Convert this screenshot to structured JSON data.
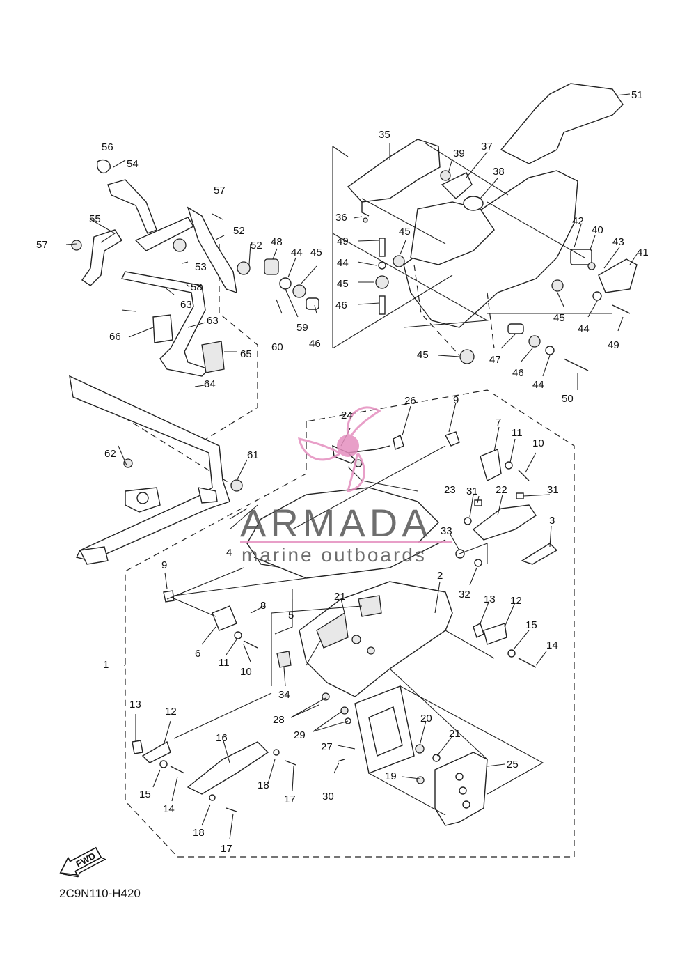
{
  "diagram": {
    "code": "2C9N110-H420",
    "fwd_label": "FWD",
    "watermark": {
      "title": "ARMADA",
      "subtitle": "marine outboards",
      "color": "#e58fbf"
    },
    "callouts": [
      "1",
      "2",
      "3",
      "4",
      "5",
      "6",
      "7",
      "8",
      "9",
      "9",
      "10",
      "10",
      "11",
      "11",
      "12",
      "12",
      "13",
      "13",
      "14",
      "14",
      "15",
      "15",
      "16",
      "17",
      "17",
      "18",
      "18",
      "19",
      "20",
      "21",
      "21",
      "22",
      "23",
      "24",
      "25",
      "26",
      "27",
      "28",
      "29",
      "30",
      "31",
      "31",
      "32",
      "33",
      "34",
      "35",
      "36",
      "37",
      "38",
      "39",
      "40",
      "41",
      "42",
      "43",
      "44",
      "44",
      "44",
      "44",
      "45",
      "45",
      "45",
      "45",
      "45",
      "46",
      "46",
      "46",
      "47",
      "48",
      "49",
      "49",
      "50",
      "51",
      "52",
      "52",
      "53",
      "54",
      "55",
      "56",
      "57",
      "57",
      "58",
      "59",
      "60",
      "61",
      "62",
      "63",
      "63",
      "64",
      "65",
      "66"
    ]
  }
}
